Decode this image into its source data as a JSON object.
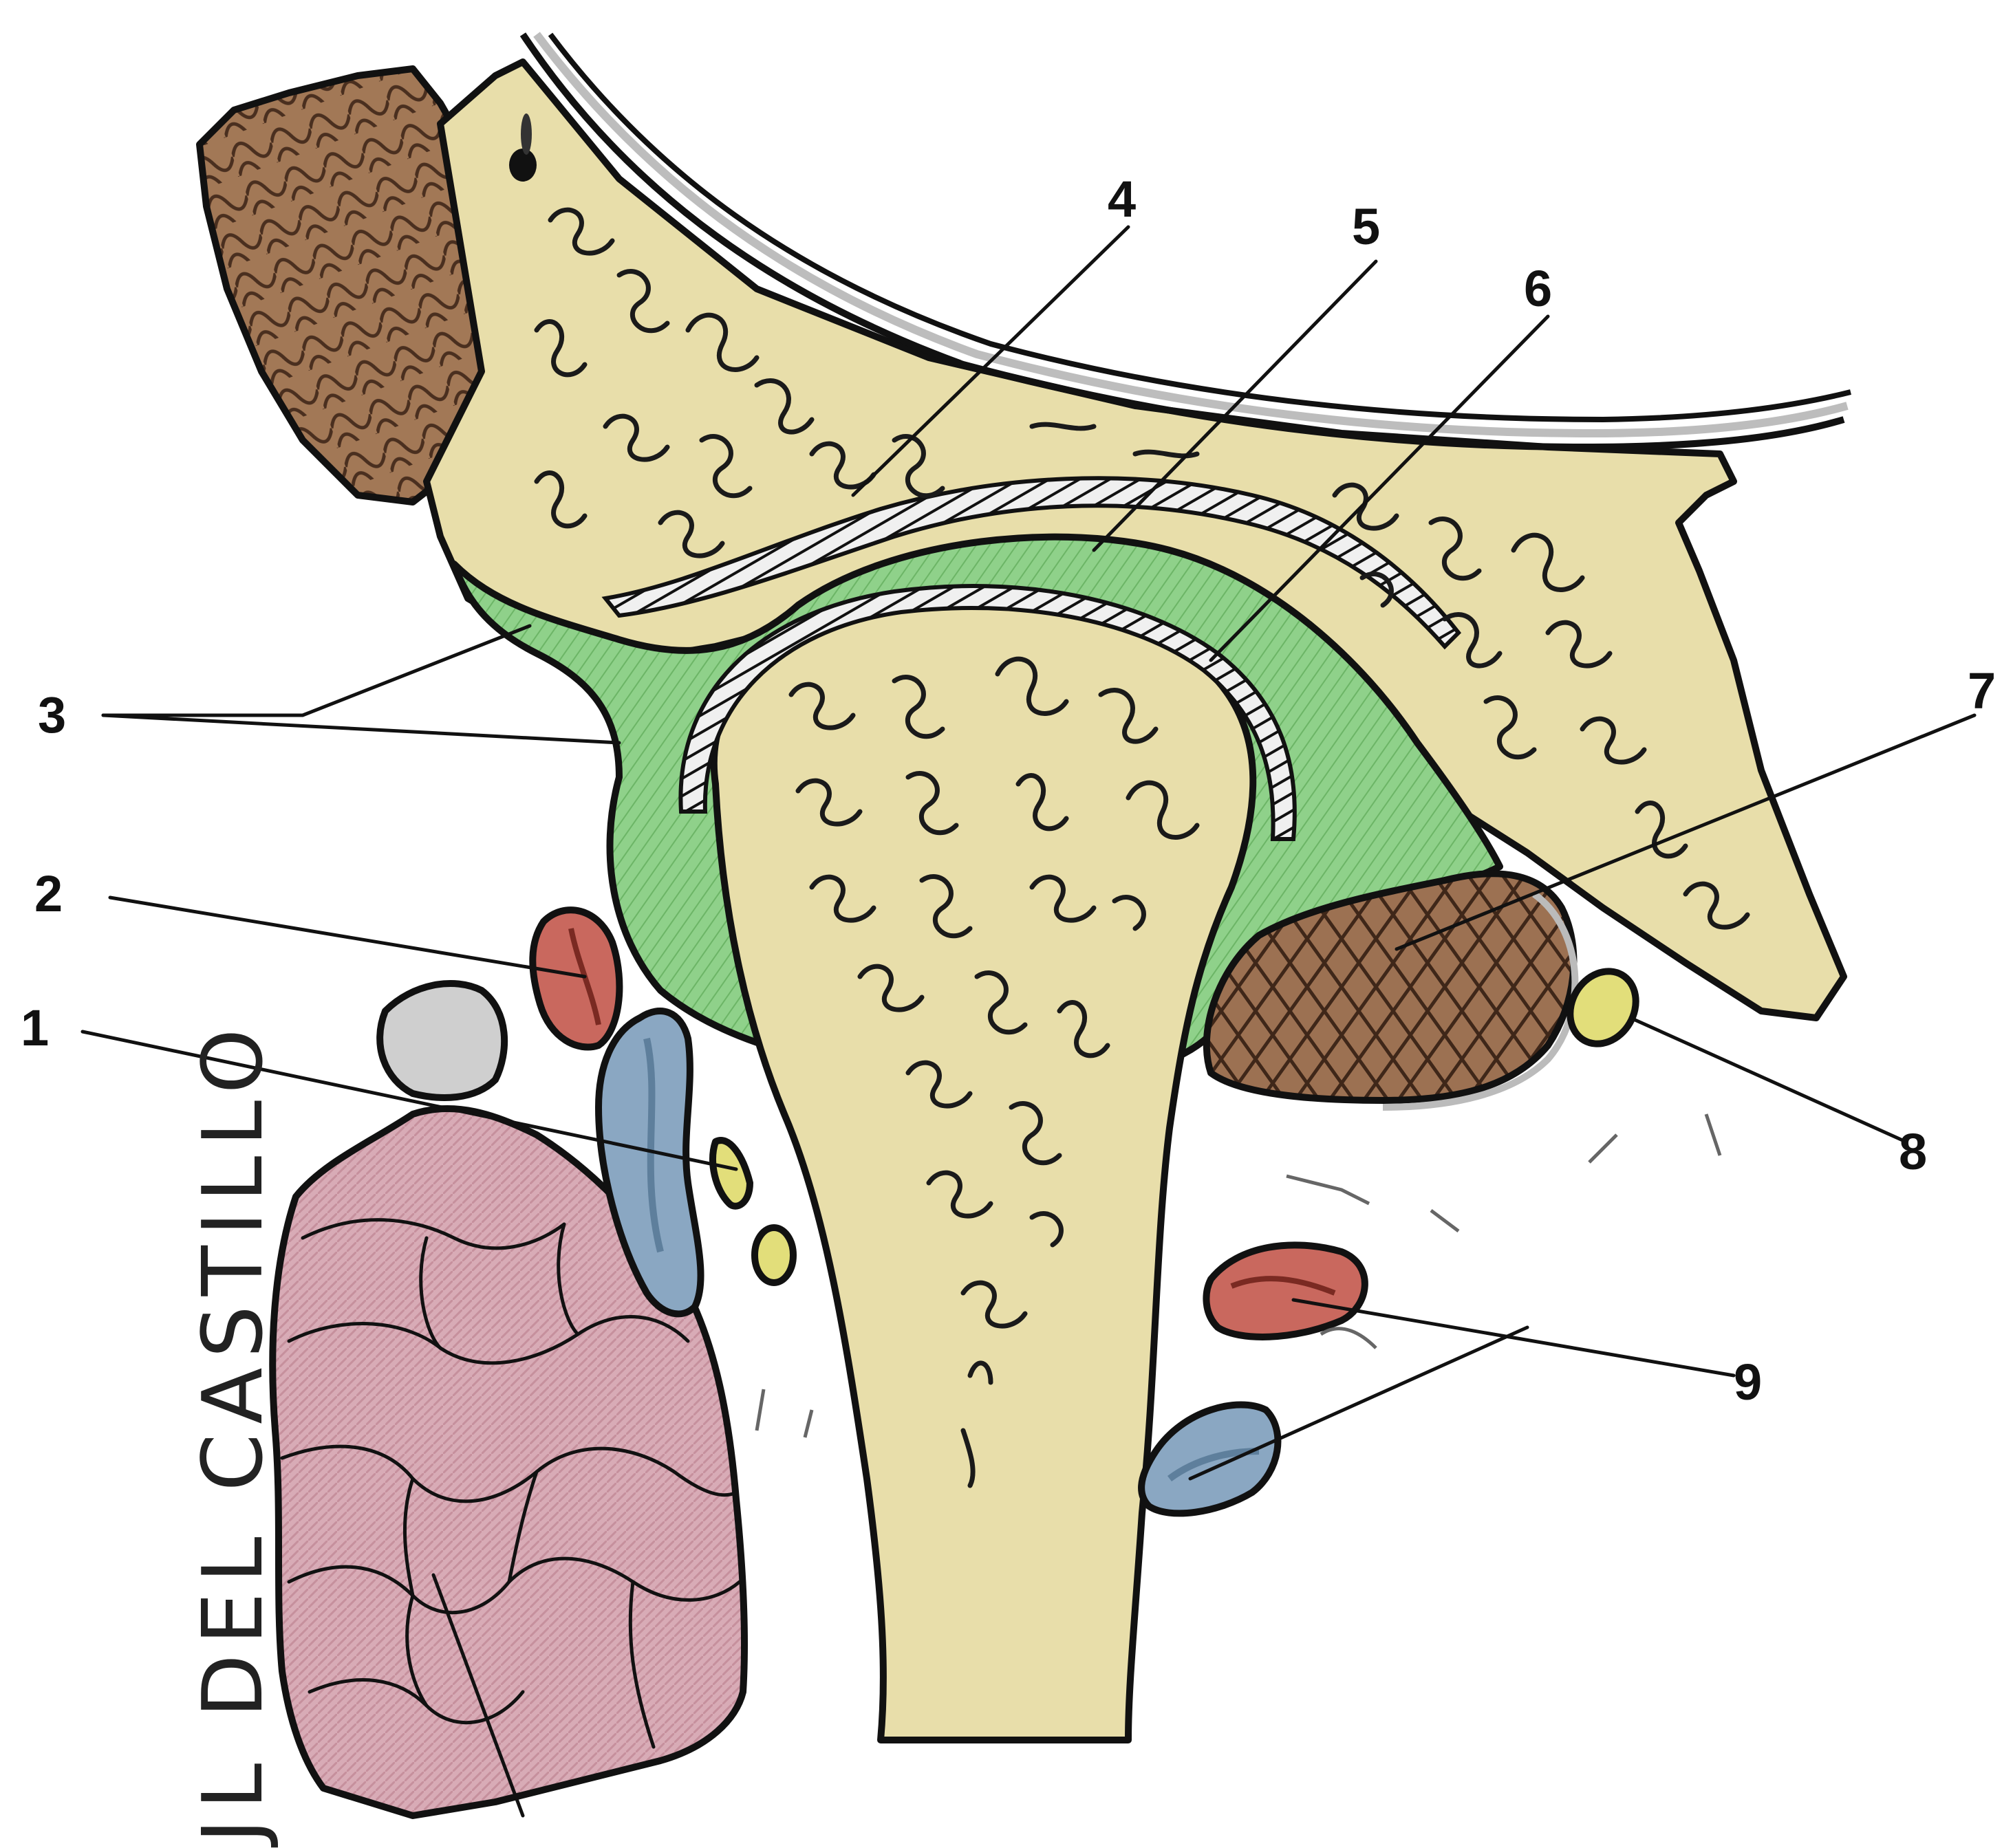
{
  "diagram": {
    "colors": {
      "bone": "#e8deaa",
      "cartilage": "#8fd18a",
      "muscle": "#a27856",
      "gland": "#d6a9b4",
      "artery": "#c9685e",
      "vein": "#8aa7c2",
      "nerve": "#e2de7a",
      "node": "#cfcfcf"
    },
    "labels": [
      {
        "id": "1",
        "text": "1"
      },
      {
        "id": "2",
        "text": "2"
      },
      {
        "id": "3",
        "text": "3"
      },
      {
        "id": "4",
        "text": "4"
      },
      {
        "id": "5",
        "text": "5"
      },
      {
        "id": "6",
        "text": "6"
      },
      {
        "id": "7",
        "text": "7"
      },
      {
        "id": "8",
        "text": "8"
      },
      {
        "id": "9",
        "text": "9"
      }
    ],
    "signature": "JL DEL CASTILLO"
  }
}
